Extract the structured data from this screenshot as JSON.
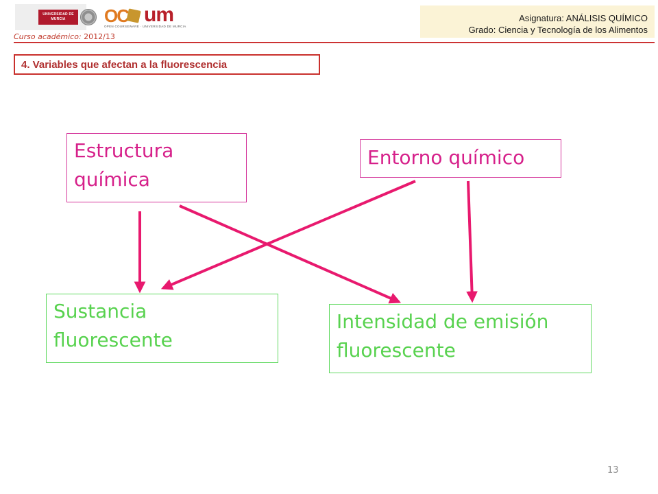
{
  "header": {
    "logo_left": {
      "text": "UNIVERSIDAD DE MURCIA"
    },
    "logo_right": {
      "mark_oc": "OC",
      "mark_um": "um",
      "tagline": "OPEN COURSEWARE · UNIVERSIDAD DE MURCIA"
    },
    "academic_year_label": "Curso académico:",
    "academic_year_value": "2012/13",
    "course_line1": "Asignatura: ANÁLISIS QUÍMICO",
    "course_line2": "Grado: Ciencia y Tecnología de los Alimentos"
  },
  "section_title": "4. Variables que afectan a la fluorescencia",
  "diagram": {
    "nodes": {
      "estructura": {
        "line1": "Estructura",
        "line2": "química"
      },
      "entorno": {
        "label": "Entorno químico"
      },
      "sustancia": {
        "line1": "Sustancia",
        "line2": "fluorescente"
      },
      "intensidad": {
        "line1": "Intensidad de emisión",
        "line2": "fluorescente"
      }
    },
    "edges": [
      {
        "from": "estructura",
        "to": "sustancia"
      },
      {
        "from": "estructura",
        "to": "intensidad"
      },
      {
        "from": "entorno",
        "to": "sustancia"
      },
      {
        "from": "entorno",
        "to": "intensidad"
      }
    ],
    "colors": {
      "cause": "#d6208a",
      "effect": "#58d24f",
      "arrow": "#e8196e"
    }
  },
  "footer": {
    "page_number": "13"
  }
}
